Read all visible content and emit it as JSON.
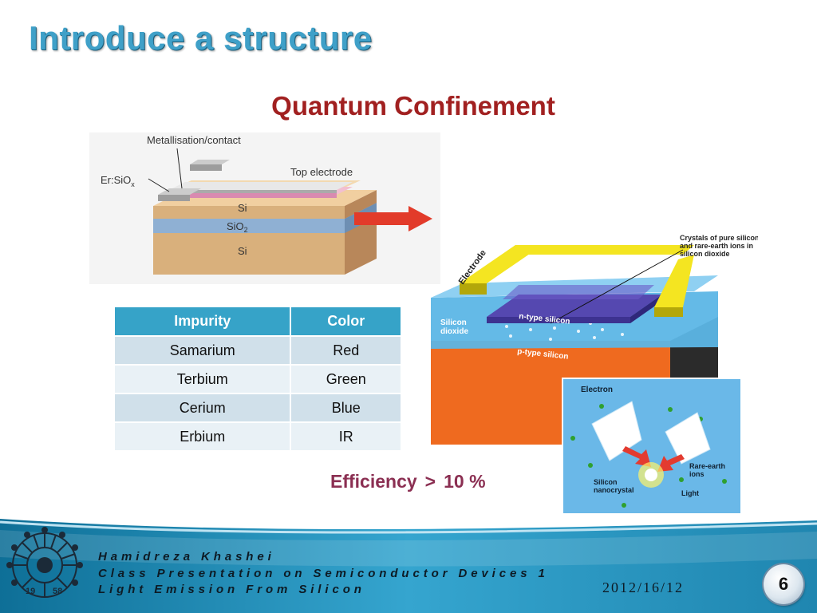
{
  "slide": {
    "title": "Introduce a structure",
    "subtitle": "Quantum Confinement"
  },
  "figure_top": {
    "labels": {
      "metallisation": "Metallisation/contact",
      "er_siox": "Er:SiO",
      "er_siox_sub": "x",
      "top_electrode": "Top electrode",
      "si_upper": "Si",
      "sio2": "SiO",
      "sio2_sub": "2",
      "si_lower": "Si"
    }
  },
  "figure_right": {
    "labels": {
      "crystals_line1": "Crystals of pure silicon",
      "crystals_line2": "and rare-earth ions in",
      "crystals_line3": "silicon dioxide",
      "electrode": "Electrode",
      "n_type": "n-type silicon",
      "silicon_dioxide_line1": "Silicon",
      "silicon_dioxide_line2": "dioxide",
      "p_type": "p-type silicon"
    },
    "inset": {
      "electron": "Electron",
      "rare_earth_line1": "Rare-earth",
      "rare_earth_line2": "ions",
      "silicon_nc_line1": "Silicon",
      "silicon_nc_line2": "nanocrystal",
      "light": "Light"
    }
  },
  "table": {
    "headers": [
      "Impurity",
      "Color"
    ],
    "rows": [
      [
        "Samarium",
        "Red"
      ],
      [
        "Terbium",
        "Green"
      ],
      [
        "Cerium",
        "Blue"
      ],
      [
        "Erbium",
        "IR"
      ]
    ]
  },
  "efficiency": {
    "label": "Efficiency",
    "operator": ">",
    "value": "10 %"
  },
  "footer": {
    "line1": "Hamidreza Khashei",
    "line2": "Class Presentation on Semiconductor Devices 1",
    "line3": "Light Emission From Silicon",
    "date": "2012/16/12",
    "page": "6",
    "logo_year_left": "19",
    "logo_year_right": "58"
  },
  "colors": {
    "title": "#3fa0c8",
    "subtitle": "#a12020",
    "table_header": "#36a3c8",
    "efficiency": "#8b2f52",
    "footer_band": "#1f86b0"
  }
}
